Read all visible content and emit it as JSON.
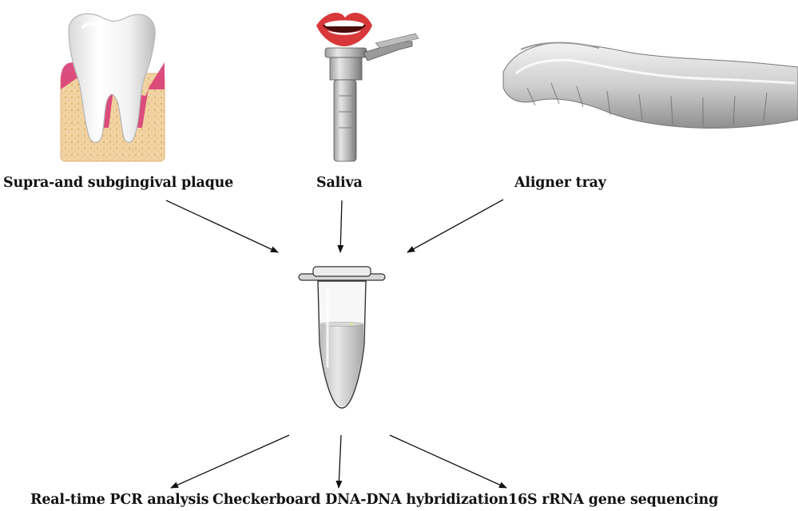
{
  "sources": {
    "plaque": "Supra-and subgingival plaque",
    "saliva": "Saliva",
    "aligner": "Aligner tray"
  },
  "methods": {
    "pcr": "Real-time PCR analysis",
    "checkerboard": "Checkerboard DNA-DNA hybridization",
    "sequencing": "16S rRNA gene sequencing"
  },
  "colors": {
    "gum": "#d9457a",
    "bone": "#f1d3a3",
    "arrow": "#111111"
  },
  "icons": [
    "tooth-icon",
    "mouth-icon",
    "saliva-collector-icon",
    "aligner-tray-icon",
    "microcentrifuge-tube-icon"
  ]
}
